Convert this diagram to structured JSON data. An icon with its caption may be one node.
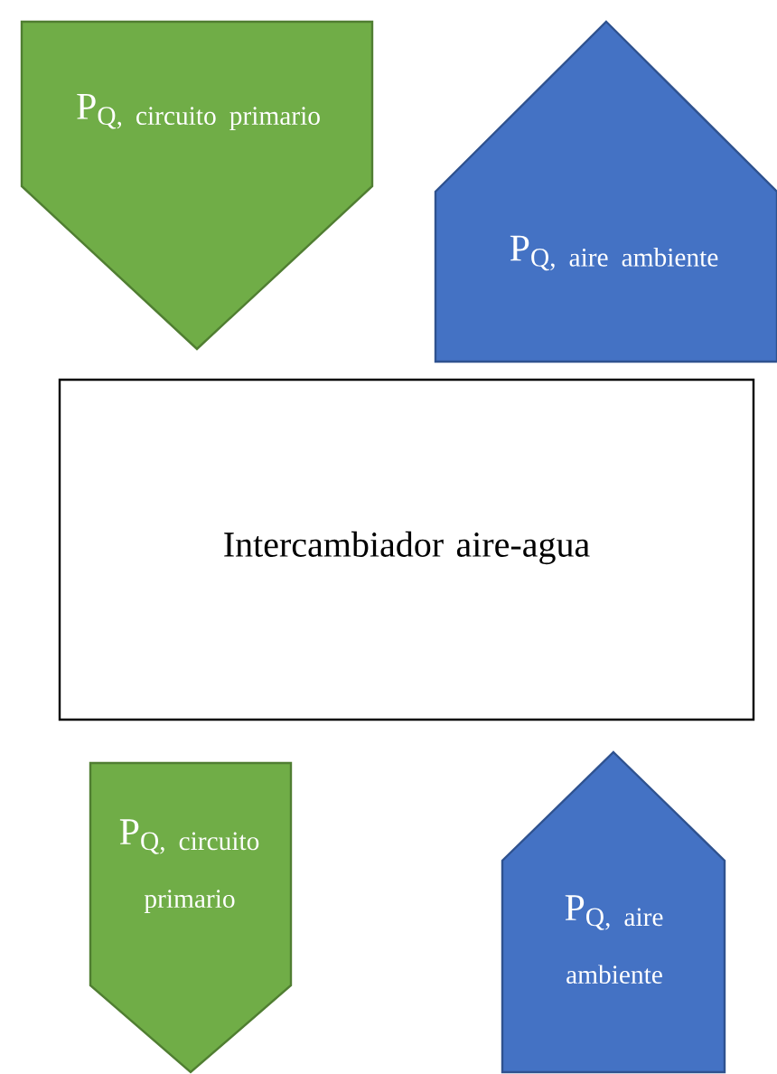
{
  "diagram": {
    "nodes": [
      {
        "text": [
          "\\text{P}_{\\text{Q, circuito primario}}"
        ]
      },
      {
        "text": [
          "\\text{P}_{\\text{Q, aire ambiente}}"
        ]
      },
      {
        "text": [
          "Intercambiador aire-agua"
        ]
      },
      {
        "text": [
          "\\begin{gathered}\\text{P}_{\\text{Q, circuito}}\\\\ \\scriptstyle\\text{primario}\\end{gathered}"
        ]
      },
      {
        "text": [
          "\\begin{gathered}\\text{P}_{\\text{Q, aire}}\\\\ \\scriptstyle\\text{ambiente}\\end{gathered}"
        ]
      }
    ]
  }
}
